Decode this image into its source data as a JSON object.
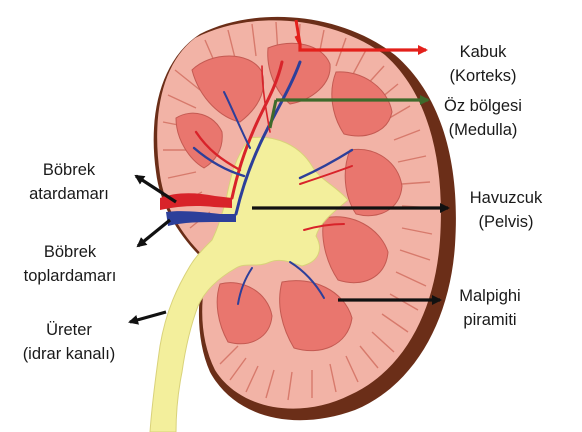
{
  "labels": {
    "cortex": {
      "line1": "Kabuk",
      "line2": "(Korteks)"
    },
    "medulla": {
      "line1": "Öz bölgesi",
      "line2": "(Medulla)"
    },
    "pelvis": {
      "line1": "Havuzcuk",
      "line2": "(Pelvis)"
    },
    "pyramid": {
      "line1": "Malpighi",
      "line2": "piramiti"
    },
    "artery": {
      "line1": "Böbrek",
      "line2": "atardamarı"
    },
    "vein": {
      "line1": "Böbrek",
      "line2": "toplardamarı"
    },
    "ureter": {
      "line1": "Üreter",
      "line2": "(idrar kanalı)"
    }
  },
  "colors": {
    "capsule_dark": "#6b2e18",
    "cortex": "#f2b3a6",
    "cortex_lines": "#d77a6c",
    "medulla_pyramid": "#e9766e",
    "pelvis": "#f3ef9c",
    "artery": "#d8232a",
    "vein": "#2d3f9a",
    "arrow_red": "#e3201b",
    "arrow_green": "#3e6a2b",
    "arrow_black": "#111111"
  }
}
